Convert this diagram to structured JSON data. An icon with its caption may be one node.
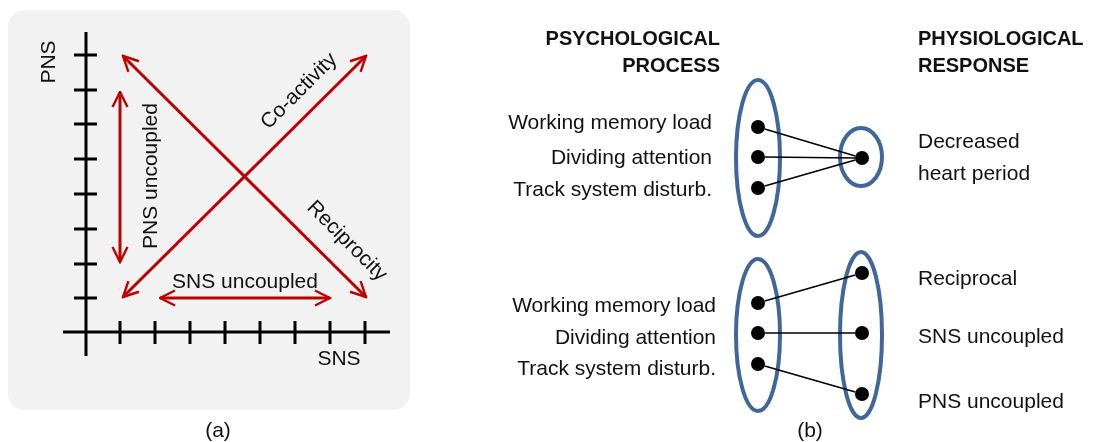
{
  "diagram": {
    "nodes": [
      {
        "text": [],
        "shape": "ellipse"
      },
      {
        "text": [],
        "shape": "circle",
        "in": 0,
        "beside": [
          "Working memory load"
        ]
      },
      {
        "text": [],
        "shape": "circle",
        "in": 0,
        "beside": [
          "Dividing attention"
        ]
      },
      {
        "text": [],
        "shape": "circle",
        "in": 0,
        "beside": [
          "Track system disturb."
        ]
      },
      {
        "text": [],
        "shape": "ellipse"
      },
      {
        "text": [],
        "shape": "circle",
        "in": 4,
        "beside": [
          "Decreased heart period"
        ]
      },
      {
        "text": [],
        "shape": "ellipse"
      },
      {
        "text": [],
        "shape": "circle",
        "in": 6,
        "beside": [
          "Working memory load"
        ]
      },
      {
        "text": [],
        "shape": "circle",
        "in": 6,
        "beside": [
          "Dividing attention"
        ]
      },
      {
        "text": [],
        "shape": "circle",
        "in": 6,
        "beside": [
          "Track system disturb."
        ]
      },
      {
        "text": [],
        "shape": "ellipse"
      },
      {
        "text": [],
        "shape": "circle",
        "in": 10,
        "beside": [
          "Reciprocal"
        ]
      },
      {
        "text": [],
        "shape": "circle",
        "in": 10,
        "beside": [
          "SNS uncoupled"
        ]
      },
      {
        "text": [],
        "shape": "circle",
        "in": 10,
        "beside": [
          "PNS uncoupled"
        ]
      }
    ],
    "edges": [
      {
        "from": 1,
        "to": 5,
        "arrow": "none"
      },
      {
        "from": 2,
        "to": 5,
        "arrow": "none"
      },
      {
        "from": 3,
        "to": 5,
        "arrow": "none"
      },
      {
        "from": 7,
        "to": 11,
        "arrow": "none"
      },
      {
        "from": 8,
        "to": 12,
        "arrow": "none"
      },
      {
        "from": 9,
        "to": 13,
        "arrow": "none"
      }
    ],
    "labels": [
      "PNS",
      "PNS uncoupled",
      "Co-activity",
      "Reciprocity",
      "SNS uncoupled",
      "SNS",
      "(a)",
      "PSYCHOLOGICAL PROCESS",
      "PHYSIOLOGICAL RESPONSE",
      "(b)"
    ]
  }
}
